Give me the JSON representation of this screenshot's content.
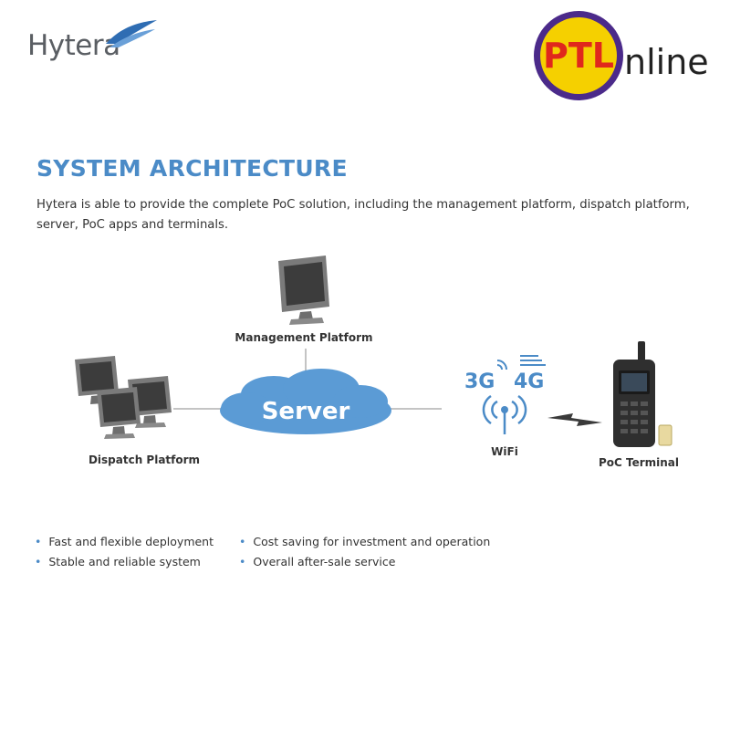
{
  "logos": {
    "hytera": "Hytera",
    "ptl_letters": "PTL",
    "ptl_suffix": "nline"
  },
  "heading": "SYSTEM ARCHITECTURE",
  "intro": "Hytera is able to provide the complete PoC solution, including the management platform, dispatch platform, server, PoC apps and terminals.",
  "diagram": {
    "management_label": "Management Platform",
    "server_label": "Server",
    "network_3g": "3G",
    "network_4g": "4G",
    "wifi_label": "WiFi",
    "dispatch_label": "Dispatch Platform",
    "terminal_label": "PoC Terminal"
  },
  "features": [
    "Fast and flexible deployment",
    "Stable and reliable system",
    "Cost saving for investment and operation",
    "Overall after-sale service"
  ],
  "colors": {
    "accent_blue": "#4b8bc7",
    "cloud_blue": "#5b9bd5",
    "ptl_yellow": "#f5d000",
    "ptl_purple": "#4b2a8a",
    "ptl_red": "#e0281c"
  }
}
